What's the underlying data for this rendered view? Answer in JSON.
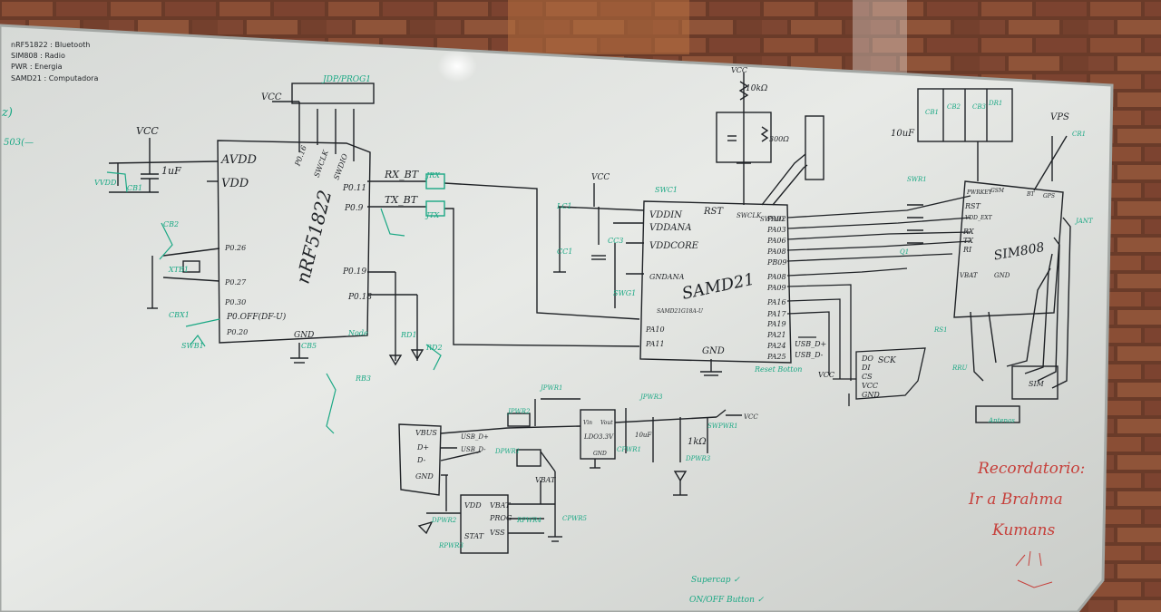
{
  "legend": {
    "lines": [
      "nRF51822 : Bluetooth",
      "SIM808 : Radio",
      "PWR : Energia",
      "SAMD21 : Computadora"
    ]
  },
  "chips": {
    "nrf": {
      "name": "nRF51822",
      "pins_left": [
        "AVDD",
        "VDD",
        "P0.26",
        "P0.27",
        "P0.30",
        "P0.OFF(DF-U)",
        "P0.20"
      ],
      "pins_right": [
        "P0.11",
        "P0.9",
        "P0.19",
        "P0.18"
      ],
      "pins_top": [
        "P0.16",
        "SWCLK",
        "SWDIO"
      ],
      "pins_bottom": [
        "GND"
      ]
    },
    "samd": {
      "name": "SAMD21",
      "pins_left": [
        "VDDIN",
        "VDDANA",
        "VDDCORE",
        "GNDANA",
        "PA10",
        "PA11"
      ],
      "pins_top": [
        "RST",
        "SWCLK",
        "SWDIO"
      ],
      "pins_right": [
        "PA02",
        "PA03",
        "PA06",
        "PA08",
        "PB09",
        "PA08",
        "PA09",
        "PA16",
        "PA17",
        "PA19",
        "PA21",
        "PA24",
        "PA25"
      ],
      "pins_bottom": [
        "GND"
      ],
      "note": "SAMD21G18A-U"
    },
    "sim": {
      "name": "SIM808",
      "pins_left": [
        "PWRKEY",
        "RST",
        "VDD_EXT",
        "RX",
        "TX",
        "RI",
        "VBAT",
        "GND"
      ],
      "pins_top": [
        "GSM",
        "BT",
        "GPS"
      ]
    },
    "ldo": {
      "name": "LDO3.3V",
      "pins": [
        "Vin",
        "Vout",
        "GND"
      ]
    },
    "usb": {
      "pins": [
        "VBUS",
        "D+",
        "D-",
        "GND"
      ]
    },
    "charger": {
      "pins": [
        "VDD",
        "VBAT",
        "PROG",
        "STAT",
        "VSS"
      ]
    },
    "sd": {
      "pins": [
        "DO",
        "DI",
        "CS",
        "VCC",
        "GND"
      ],
      "label": "SCK"
    }
  },
  "labels": {
    "vcc": "VCC",
    "cap_1uf": "1uF",
    "cap_10uf": "10uF",
    "res_10k": "10kΩ",
    "res_1k": "1kΩ",
    "res_300": "300Ω",
    "rx_bt": "RX_BT",
    "tx_bt": "TX_BT",
    "usb_dp": "USB_D+",
    "usb_dm": "USB_D-",
    "jdp": "JDP/PROG1",
    "vbat": "VBAT",
    "vps": "VPS",
    "sim_label": "SIM"
  },
  "notes": {
    "supercap": "Supercap ✓",
    "onoff": "ON/OFF Button ✓",
    "recordatorio": [
      "Recordatorio:",
      "Ir a Brahma",
      "Kumans"
    ]
  },
  "colors": {
    "wall": "#6b3a28",
    "board": "#e4e6e3",
    "ink": "#1f2226",
    "green": "#1aa884",
    "red": "#c6403b"
  }
}
